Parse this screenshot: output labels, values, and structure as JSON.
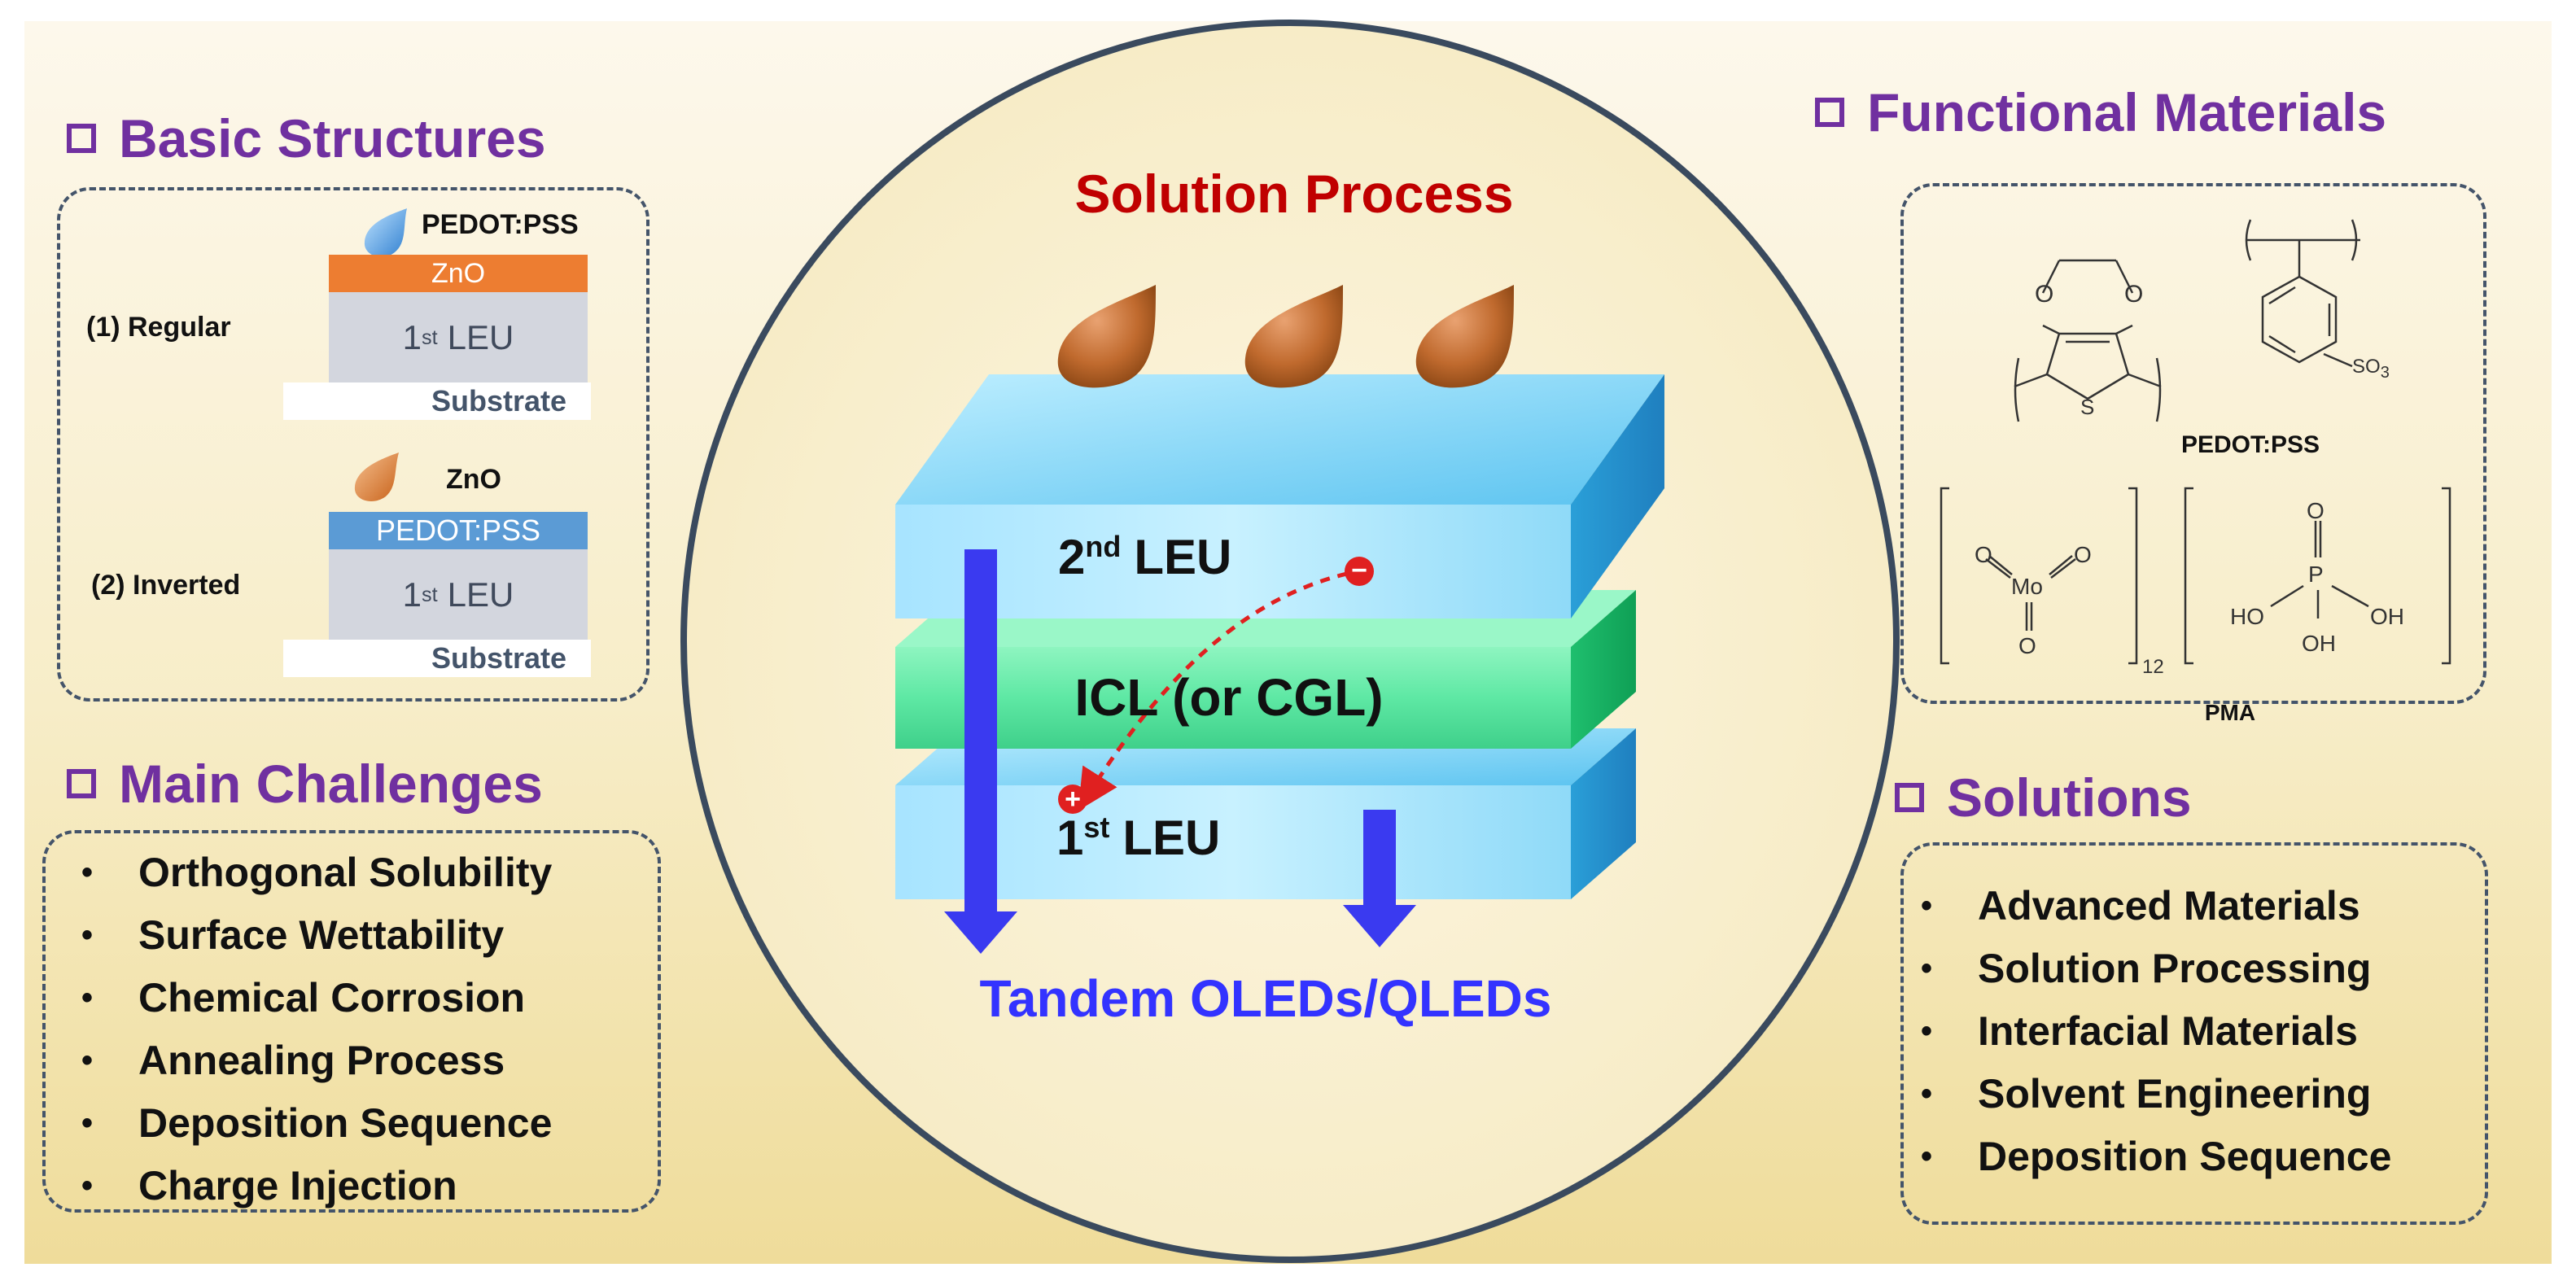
{
  "basic_structures": {
    "title": "Basic Structures",
    "regular": {
      "label": "(1) Regular",
      "droplet_material": "PEDOT:PSS",
      "layers": [
        "ZnO",
        "LEU",
        "Substrate"
      ],
      "leu_prefix": "1",
      "leu_sup": "st"
    },
    "inverted": {
      "label": "(2) Inverted",
      "droplet_material": "ZnO",
      "layers": [
        "PEDOT:PSS",
        "LEU",
        "Substrate"
      ],
      "leu_prefix": "1",
      "leu_sup": "st"
    }
  },
  "main_challenges": {
    "title": "Main Challenges",
    "items": [
      "Orthogonal Solubility",
      "Surface Wettability",
      "Chemical Corrosion",
      "Annealing Process",
      "Deposition Sequence",
      "Charge Injection"
    ]
  },
  "center": {
    "title": "Solution Process",
    "footer": "Tandem OLEDs/QLEDs",
    "top_layer": {
      "prefix": "2",
      "sup": "nd",
      "label": "LEU"
    },
    "middle_layer": "ICL (or CGL)",
    "bottom_layer": {
      "prefix": "1",
      "sup": "st",
      "label": "LEU"
    },
    "electron_sign": "−",
    "hole_sign": "+"
  },
  "functional_materials": {
    "title": "Functional Materials",
    "pedot_pss_caption": "PEDOT:PSS",
    "pma_caption": "PMA",
    "atoms": {
      "O": "O",
      "S": "S",
      "SO3": "SO",
      "SO3_sub": "3",
      "Mo": "Mo",
      "P": "P",
      "HO": "HO",
      "OH": "OH",
      "sub12": "12"
    }
  },
  "solutions": {
    "title": "Solutions",
    "items": [
      "Advanced Materials",
      "Solution Processing",
      "Interfacial Materials",
      "Solvent Engineering",
      "Deposition Sequence"
    ]
  },
  "colors": {
    "title_purple": "#7030a0",
    "title_red": "#c00000",
    "footer_blue": "#3333ff",
    "arrow_blue": "#3a3af0",
    "zno_orange": "#ed7d31",
    "pedot_blue": "#5b9bd5",
    "leu_layer": "#5bc3f0",
    "icl_layer": "#3fd08a"
  }
}
